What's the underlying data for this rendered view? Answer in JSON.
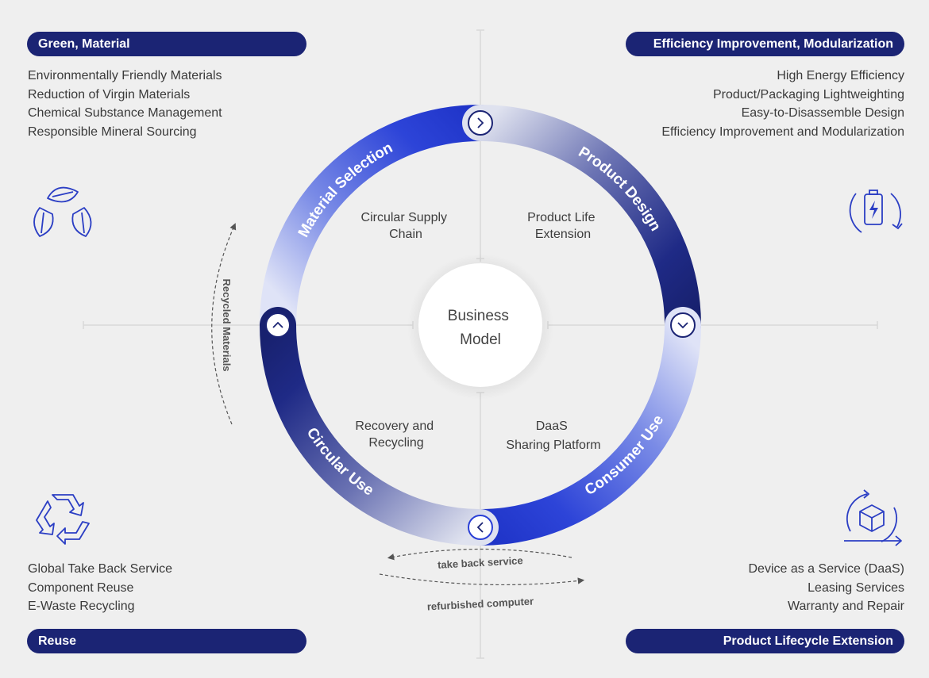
{
  "quadrants": {
    "top_left": {
      "title": "Green, Material",
      "items": [
        "Environmentally Friendly Materials",
        "Reduction of Virgin Materials",
        "Chemical Substance Management",
        "Responsible Mineral Sourcing"
      ]
    },
    "top_right": {
      "title": "Efficiency Improvement, Modularization",
      "items": [
        "High Energy Efficiency",
        "Product/Packaging Lightweighting",
        "Easy-to-Disassemble Design",
        "Efficiency Improvement and Modularization"
      ]
    },
    "bottom_left": {
      "title": "Reuse",
      "items": [
        "Global Take Back Service",
        "Component Reuse",
        "E-Waste Recycling"
      ]
    },
    "bottom_right": {
      "title": "Product Lifecycle Extension",
      "items": [
        "Device as a Service (DaaS)",
        "Leasing Services",
        "Warranty and Repair"
      ]
    }
  },
  "ring": {
    "segments": [
      "Material Selection",
      "Product Design",
      "Consumer Use",
      "Circular Use"
    ],
    "inner": {
      "top_left": [
        "Circular Supply",
        "Chain"
      ],
      "top_right": [
        "Product Life",
        "Extension"
      ],
      "bottom_left": [
        "Recovery and",
        "Recycling"
      ],
      "bottom_right": [
        "DaaS",
        "Sharing Platform"
      ]
    },
    "center": [
      "Business",
      "Model"
    ]
  },
  "flows": {
    "recycled": "Recycled Materials",
    "take_back": "take back service",
    "refurbished": "refurbished computer"
  },
  "icons": {
    "top_left": "recycle-leaves-icon",
    "top_right": "battery-charge-icon",
    "bottom_left": "recycle-triangle-icon",
    "bottom_right": "cube-cycle-icon"
  },
  "colors": {
    "navy": "#1b2474",
    "blue": "#2a3fd6",
    "icon": "#2b3ec4"
  }
}
